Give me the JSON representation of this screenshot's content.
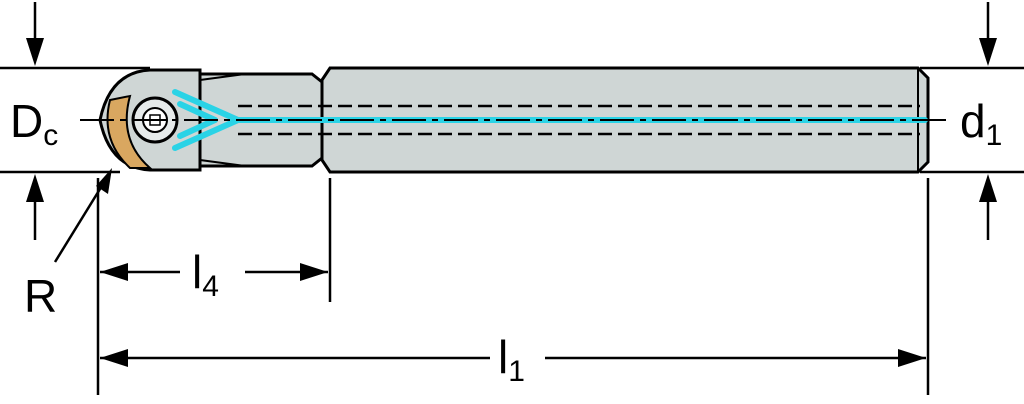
{
  "labels": {
    "dc_main": "D",
    "dc_sub": "c",
    "d1_main": "d",
    "d1_sub": "1",
    "r": "R",
    "l4_main": "l",
    "l4_sub": "4",
    "l1_main": "l",
    "l1_sub": "1"
  },
  "colors": {
    "line": "#000000",
    "shank": "#cfd6d5",
    "coolant": "#2ad3e6",
    "insert_gold": "#d9a760"
  }
}
